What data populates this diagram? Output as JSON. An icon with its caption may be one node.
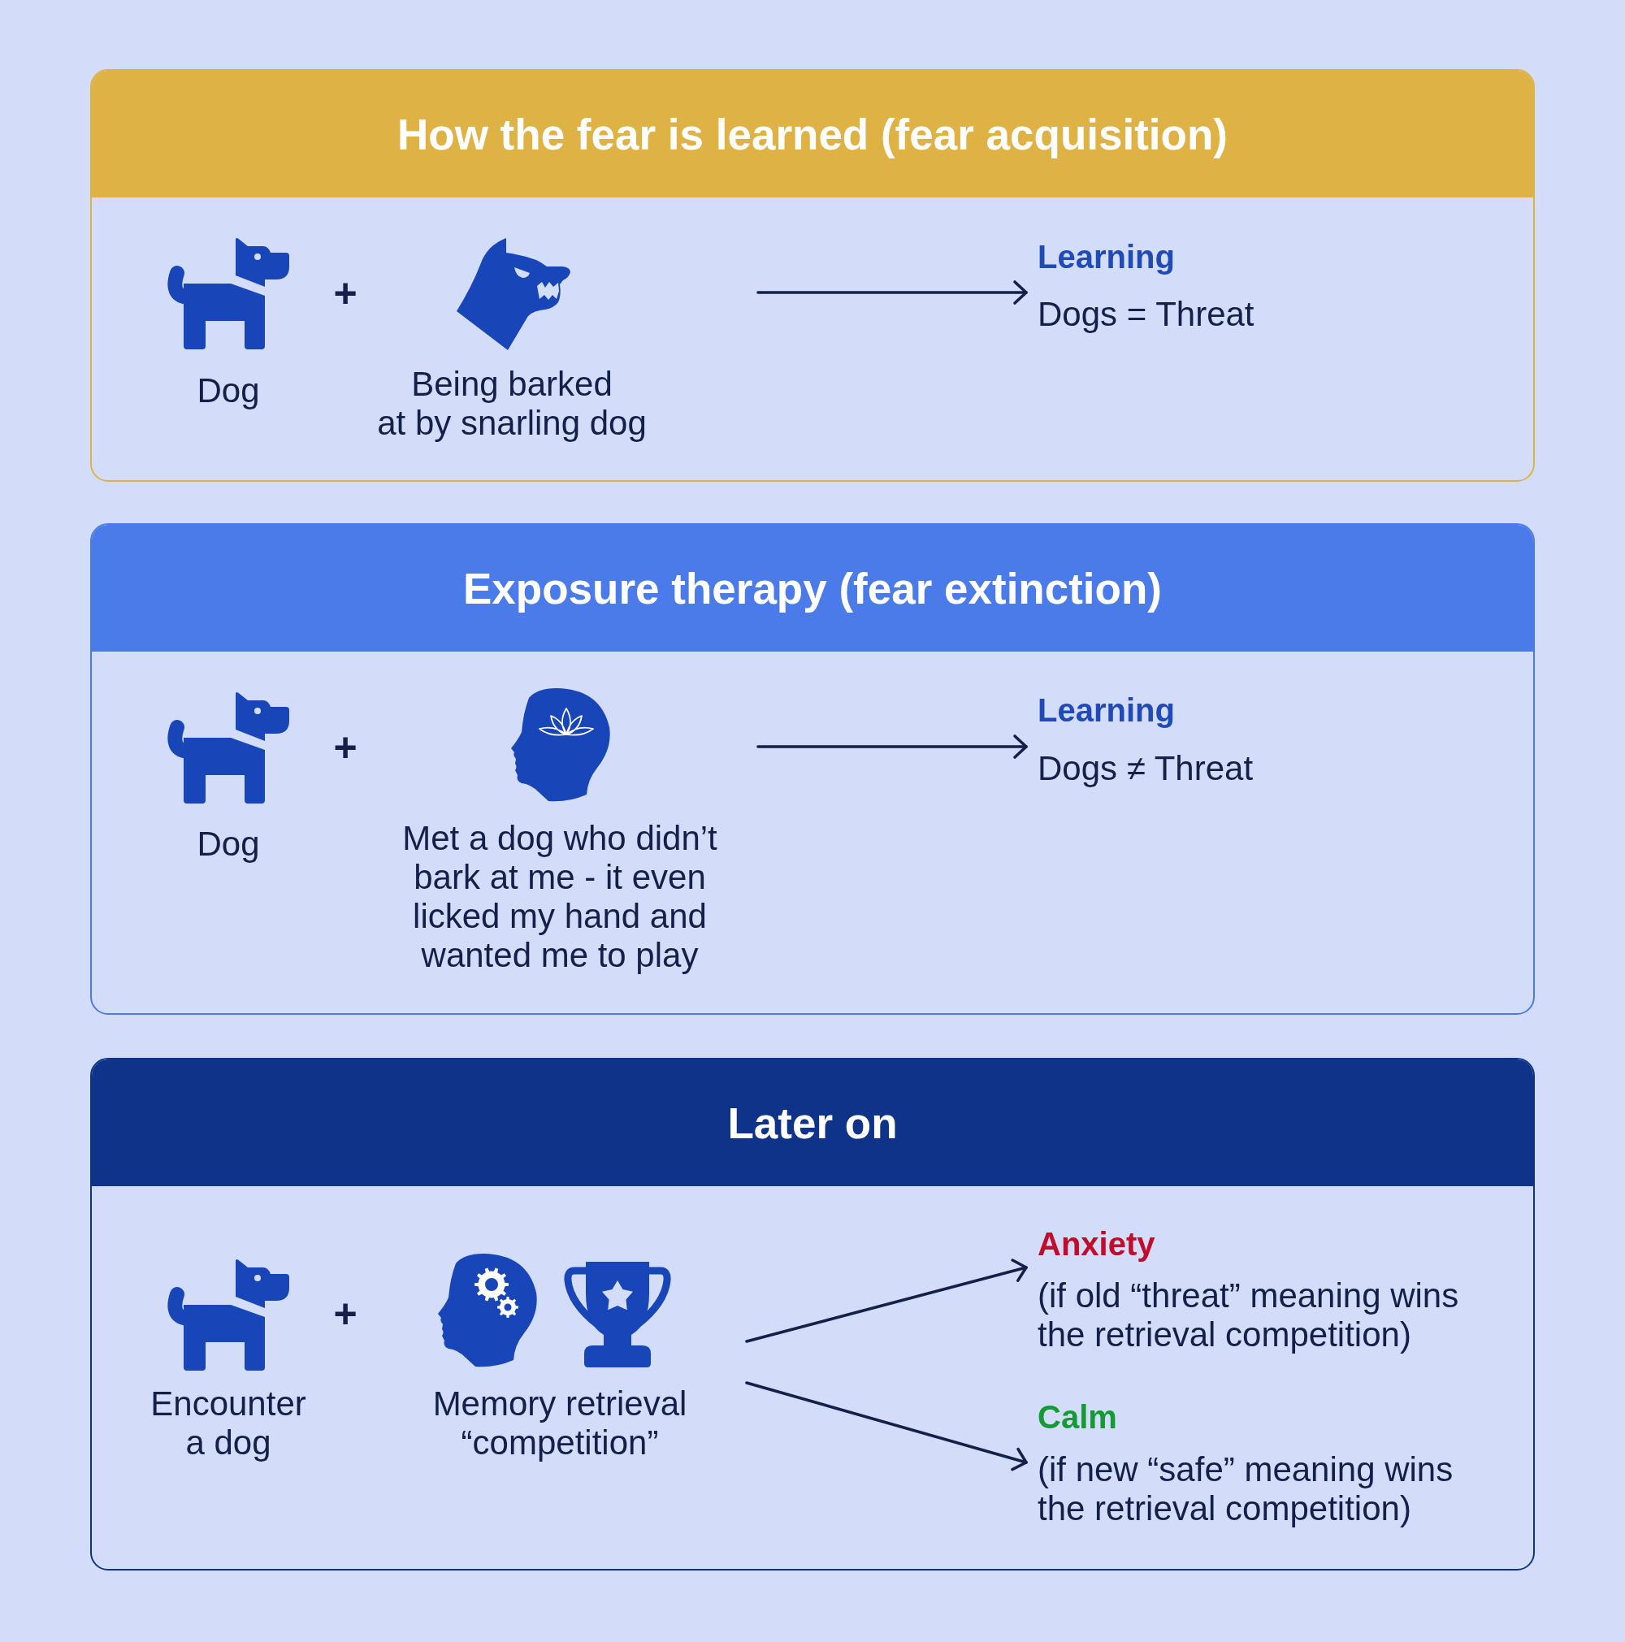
{
  "diagram": {
    "nodes": [
      {
        "text": [
          "How the fear is learned (fear acquisition)"
        ]
      },
      {
        "text": [
          "Learning",
          "Dogs = Threat"
        ],
        "in": 0
      },
      {
        "text": [
          "Exposure therapy (fear extinction)"
        ]
      },
      {
        "text": [
          "Learning",
          "Dogs ≠ Threat"
        ],
        "in": 2
      },
      {
        "text": [
          "Later on"
        ]
      },
      {
        "text": [
          "Anxiety",
          "(if old “threat” meaning wins the retrieval competition)"
        ],
        "in": 4
      },
      {
        "text": [
          "Calm",
          "(if new “safe” meaning wins the retrieval competition)"
        ],
        "in": 4
      }
    ],
    "edges": [
      {
        "from": null,
        "to": 1,
        "arrow": "to"
      },
      {
        "from": null,
        "to": 3,
        "arrow": "to"
      },
      {
        "from": null,
        "to": 5,
        "arrow": "to"
      },
      {
        "from": null,
        "to": 6,
        "arrow": "to"
      }
    ],
    "labels": [
      "Dog",
      "+",
      "Being barked at by snarling dog",
      "Dog",
      "+",
      "Met a dog who didn’t bark at me - it even licked my hand and wanted me to play",
      "Encounter a dog",
      "+",
      "Memory retrieval “competition”"
    ]
  }
}
